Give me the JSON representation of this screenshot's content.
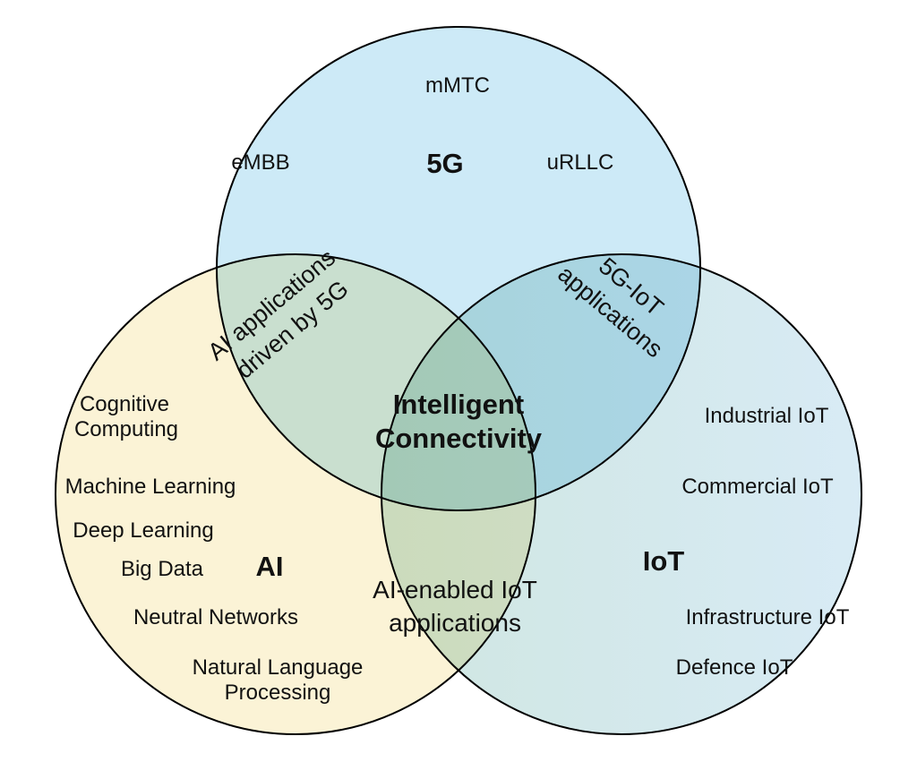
{
  "diagram": {
    "type": "venn",
    "description": "Three-set Venn diagram of 5G, AI and IoT"
  },
  "sets": {
    "five_g": {
      "label": "5G",
      "mmtc": "mMTC",
      "embb": "eMBB",
      "urllc": "uRLLC"
    },
    "ai": {
      "label": "AI",
      "cognitive_line1": "Cognitive",
      "cognitive_line2": "Computing",
      "machine_learning": "Machine Learning",
      "deep_learning": "Deep Learning",
      "big_data": "Big Data",
      "neutral_networks": "Neutral Networks",
      "nlp_line1": "Natural Language",
      "nlp_line2": "Processing"
    },
    "iot": {
      "label": "IoT",
      "industrial": "Industrial IoT",
      "commercial": "Commercial IoT",
      "infrastructure": "Infrastructure IoT",
      "defence": "Defence IoT"
    }
  },
  "overlaps": {
    "ai_5g_line1": "AI applications",
    "ai_5g_line2": "driven by 5G",
    "g5_iot_line1": "5G-IoT",
    "g5_iot_line2": "applications",
    "ai_iot_line1": "AI-enabled IoT",
    "ai_iot_line2": "applications",
    "center_line1": "Intelligent",
    "center_line2": "Connectivity"
  },
  "colors": {
    "background": "#ffffff",
    "five_g_fill": "#cdeaf7",
    "ai_fill": "#fbf3d6",
    "iot_fill_left": "#cfe6e1",
    "iot_fill_right": "#d8ebf5",
    "stroke": "#000000"
  }
}
